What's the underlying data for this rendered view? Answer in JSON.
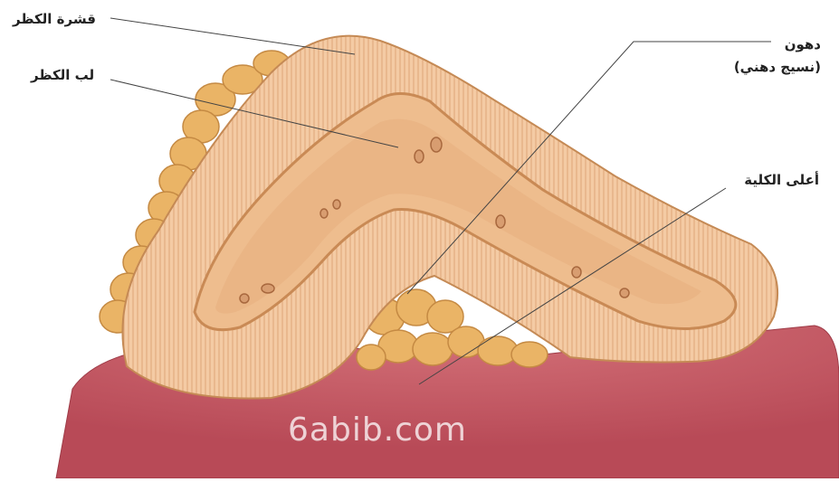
{
  "labels": {
    "cortex": "قشرة الكظر",
    "medulla": "لب الكظر",
    "fat_line1": "دهون",
    "fat_line2": "(نسيج دهني)",
    "kidney_top": "أعلى الكلية"
  },
  "watermark": "6abib.com",
  "colors": {
    "kidney": "#c9606a",
    "cortex": "#f2c49a",
    "medulla": "#e7b07f",
    "fat": "#e9b465",
    "leader_line": "#444444"
  }
}
